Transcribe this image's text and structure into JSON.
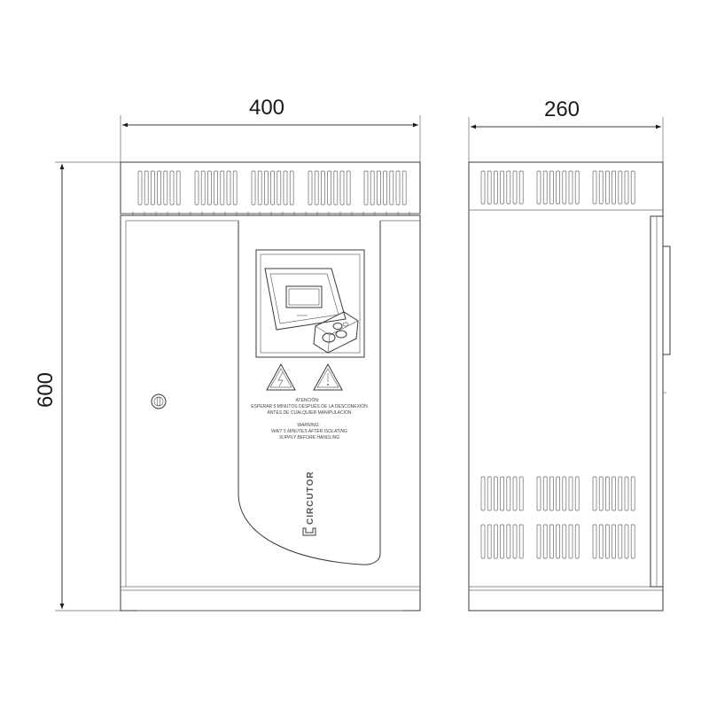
{
  "dimensions": {
    "front_width": "400",
    "side_depth": "260",
    "height": "600"
  },
  "labels": {
    "warning_es_title": "ATENCIÓN:",
    "warning_es_line1": "ESPERAR 5 MINUTOS DESPUÉS DE LA DESCONEXIÓN",
    "warning_es_line2": "ANTES DE CUALQUIER MANIPULACIÓN",
    "warning_en_title": "WARNING:",
    "warning_en_line1": "WAIT 5 MINUTES AFTER ISOLATING",
    "warning_en_line2": "SUPPLY BEFORE HANDLING",
    "brand": "CIRCUTOR"
  },
  "icons": {
    "warning_left": "electrical-hazard-icon",
    "warning_right": "caution-icon",
    "brand_logo": "circutor-logo-icon",
    "lock": "lock-icon"
  }
}
